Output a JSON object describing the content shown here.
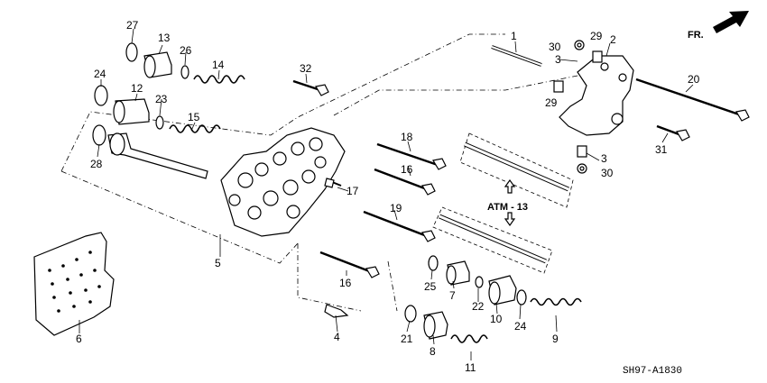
{
  "direction_label": "FR.",
  "reference_box": "ATM - 13",
  "diagram_code": "SH97-A1830",
  "callouts": [
    {
      "id": "c1",
      "text": "1"
    },
    {
      "id": "c2",
      "text": "2"
    },
    {
      "id": "c3a",
      "text": "3"
    },
    {
      "id": "c3b",
      "text": "3"
    },
    {
      "id": "c4",
      "text": "4"
    },
    {
      "id": "c5",
      "text": "5"
    },
    {
      "id": "c6",
      "text": "6"
    },
    {
      "id": "c7",
      "text": "7"
    },
    {
      "id": "c8",
      "text": "8"
    },
    {
      "id": "c9",
      "text": "9"
    },
    {
      "id": "c10",
      "text": "10"
    },
    {
      "id": "c11",
      "text": "11"
    },
    {
      "id": "c12",
      "text": "12"
    },
    {
      "id": "c13",
      "text": "13"
    },
    {
      "id": "c14",
      "text": "14"
    },
    {
      "id": "c15",
      "text": "15"
    },
    {
      "id": "c16a",
      "text": "16"
    },
    {
      "id": "c16b",
      "text": "16"
    },
    {
      "id": "c17",
      "text": "17"
    },
    {
      "id": "c18",
      "text": "18"
    },
    {
      "id": "c19",
      "text": "19"
    },
    {
      "id": "c20",
      "text": "20"
    },
    {
      "id": "c21",
      "text": "21"
    },
    {
      "id": "c22",
      "text": "22"
    },
    {
      "id": "c23",
      "text": "23"
    },
    {
      "id": "c24a",
      "text": "24"
    },
    {
      "id": "c24b",
      "text": "24"
    },
    {
      "id": "c25",
      "text": "25"
    },
    {
      "id": "c26",
      "text": "26"
    },
    {
      "id": "c27",
      "text": "27"
    },
    {
      "id": "c28",
      "text": "28"
    },
    {
      "id": "c29a",
      "text": "29"
    },
    {
      "id": "c29b",
      "text": "29"
    },
    {
      "id": "c30a",
      "text": "30"
    },
    {
      "id": "c30b",
      "text": "30"
    },
    {
      "id": "c31",
      "text": "31"
    },
    {
      "id": "c32",
      "text": "32"
    }
  ]
}
